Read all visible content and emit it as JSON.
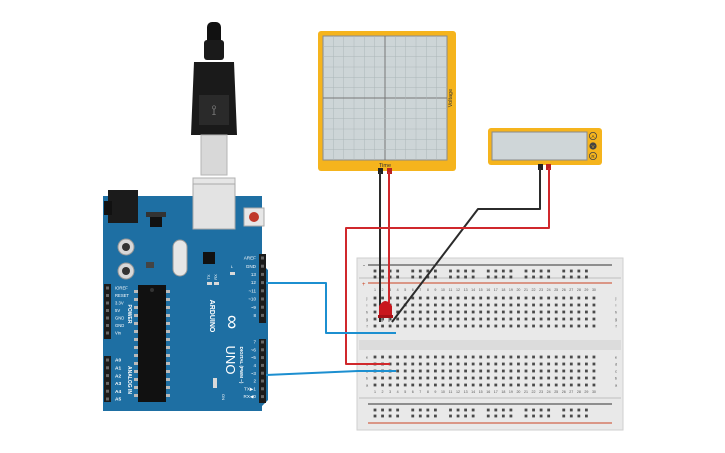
{
  "oscilloscope": {
    "x_label": "Time",
    "y_label": "Voltage"
  },
  "multimeter": {
    "modes": [
      "A",
      "V",
      "R"
    ]
  },
  "arduino": {
    "brand": "ARDUINO",
    "model": "UNO",
    "logo": "∞",
    "reset_label": "RESET",
    "on_label": "ON",
    "l_label": "L",
    "tx_label": "TX",
    "rx_label": "RX",
    "digital_header": "DIGITAL (PWM ~)",
    "power_header": "POWER",
    "analog_header": "ANALOG IN",
    "digital_pins": [
      "AREF",
      "GND",
      "13",
      "12",
      "~11",
      "~10",
      "~9",
      "8",
      "7",
      "~6",
      "~5",
      "4",
      "~3",
      "2",
      "TX▶1",
      "RX◀0"
    ],
    "power_pins": [
      "IOREF",
      "RESET",
      "3.3V",
      "5V",
      "GND",
      "GND",
      "Vin"
    ],
    "analog_pins": [
      "A0",
      "A1",
      "A2",
      "A3",
      "A4",
      "A5"
    ]
  },
  "breadboard": {
    "columns": [
      "1",
      "2",
      "3",
      "4",
      "5",
      "6",
      "7",
      "8",
      "9",
      "10",
      "11",
      "12",
      "13",
      "14",
      "15",
      "16",
      "17",
      "18",
      "19",
      "20",
      "21",
      "22",
      "23",
      "24",
      "25",
      "26",
      "27",
      "28",
      "29",
      "30"
    ],
    "rows_top": [
      "j",
      "i",
      "h",
      "g",
      "f"
    ],
    "rows_bottom": [
      "e",
      "d",
      "c",
      "b",
      "a"
    ],
    "rail_plus": "+",
    "rail_minus": "-"
  },
  "colors": {
    "board_blue": "#1e6fa3",
    "scope_frame": "#f5b41d",
    "wire_red": "#d0282c",
    "wire_black": "#2b2b2b",
    "wire_blue": "#1c8fd0",
    "led_red": "#c8161d"
  },
  "icons": [
    "usb-cable-icon",
    "led-icon"
  ]
}
